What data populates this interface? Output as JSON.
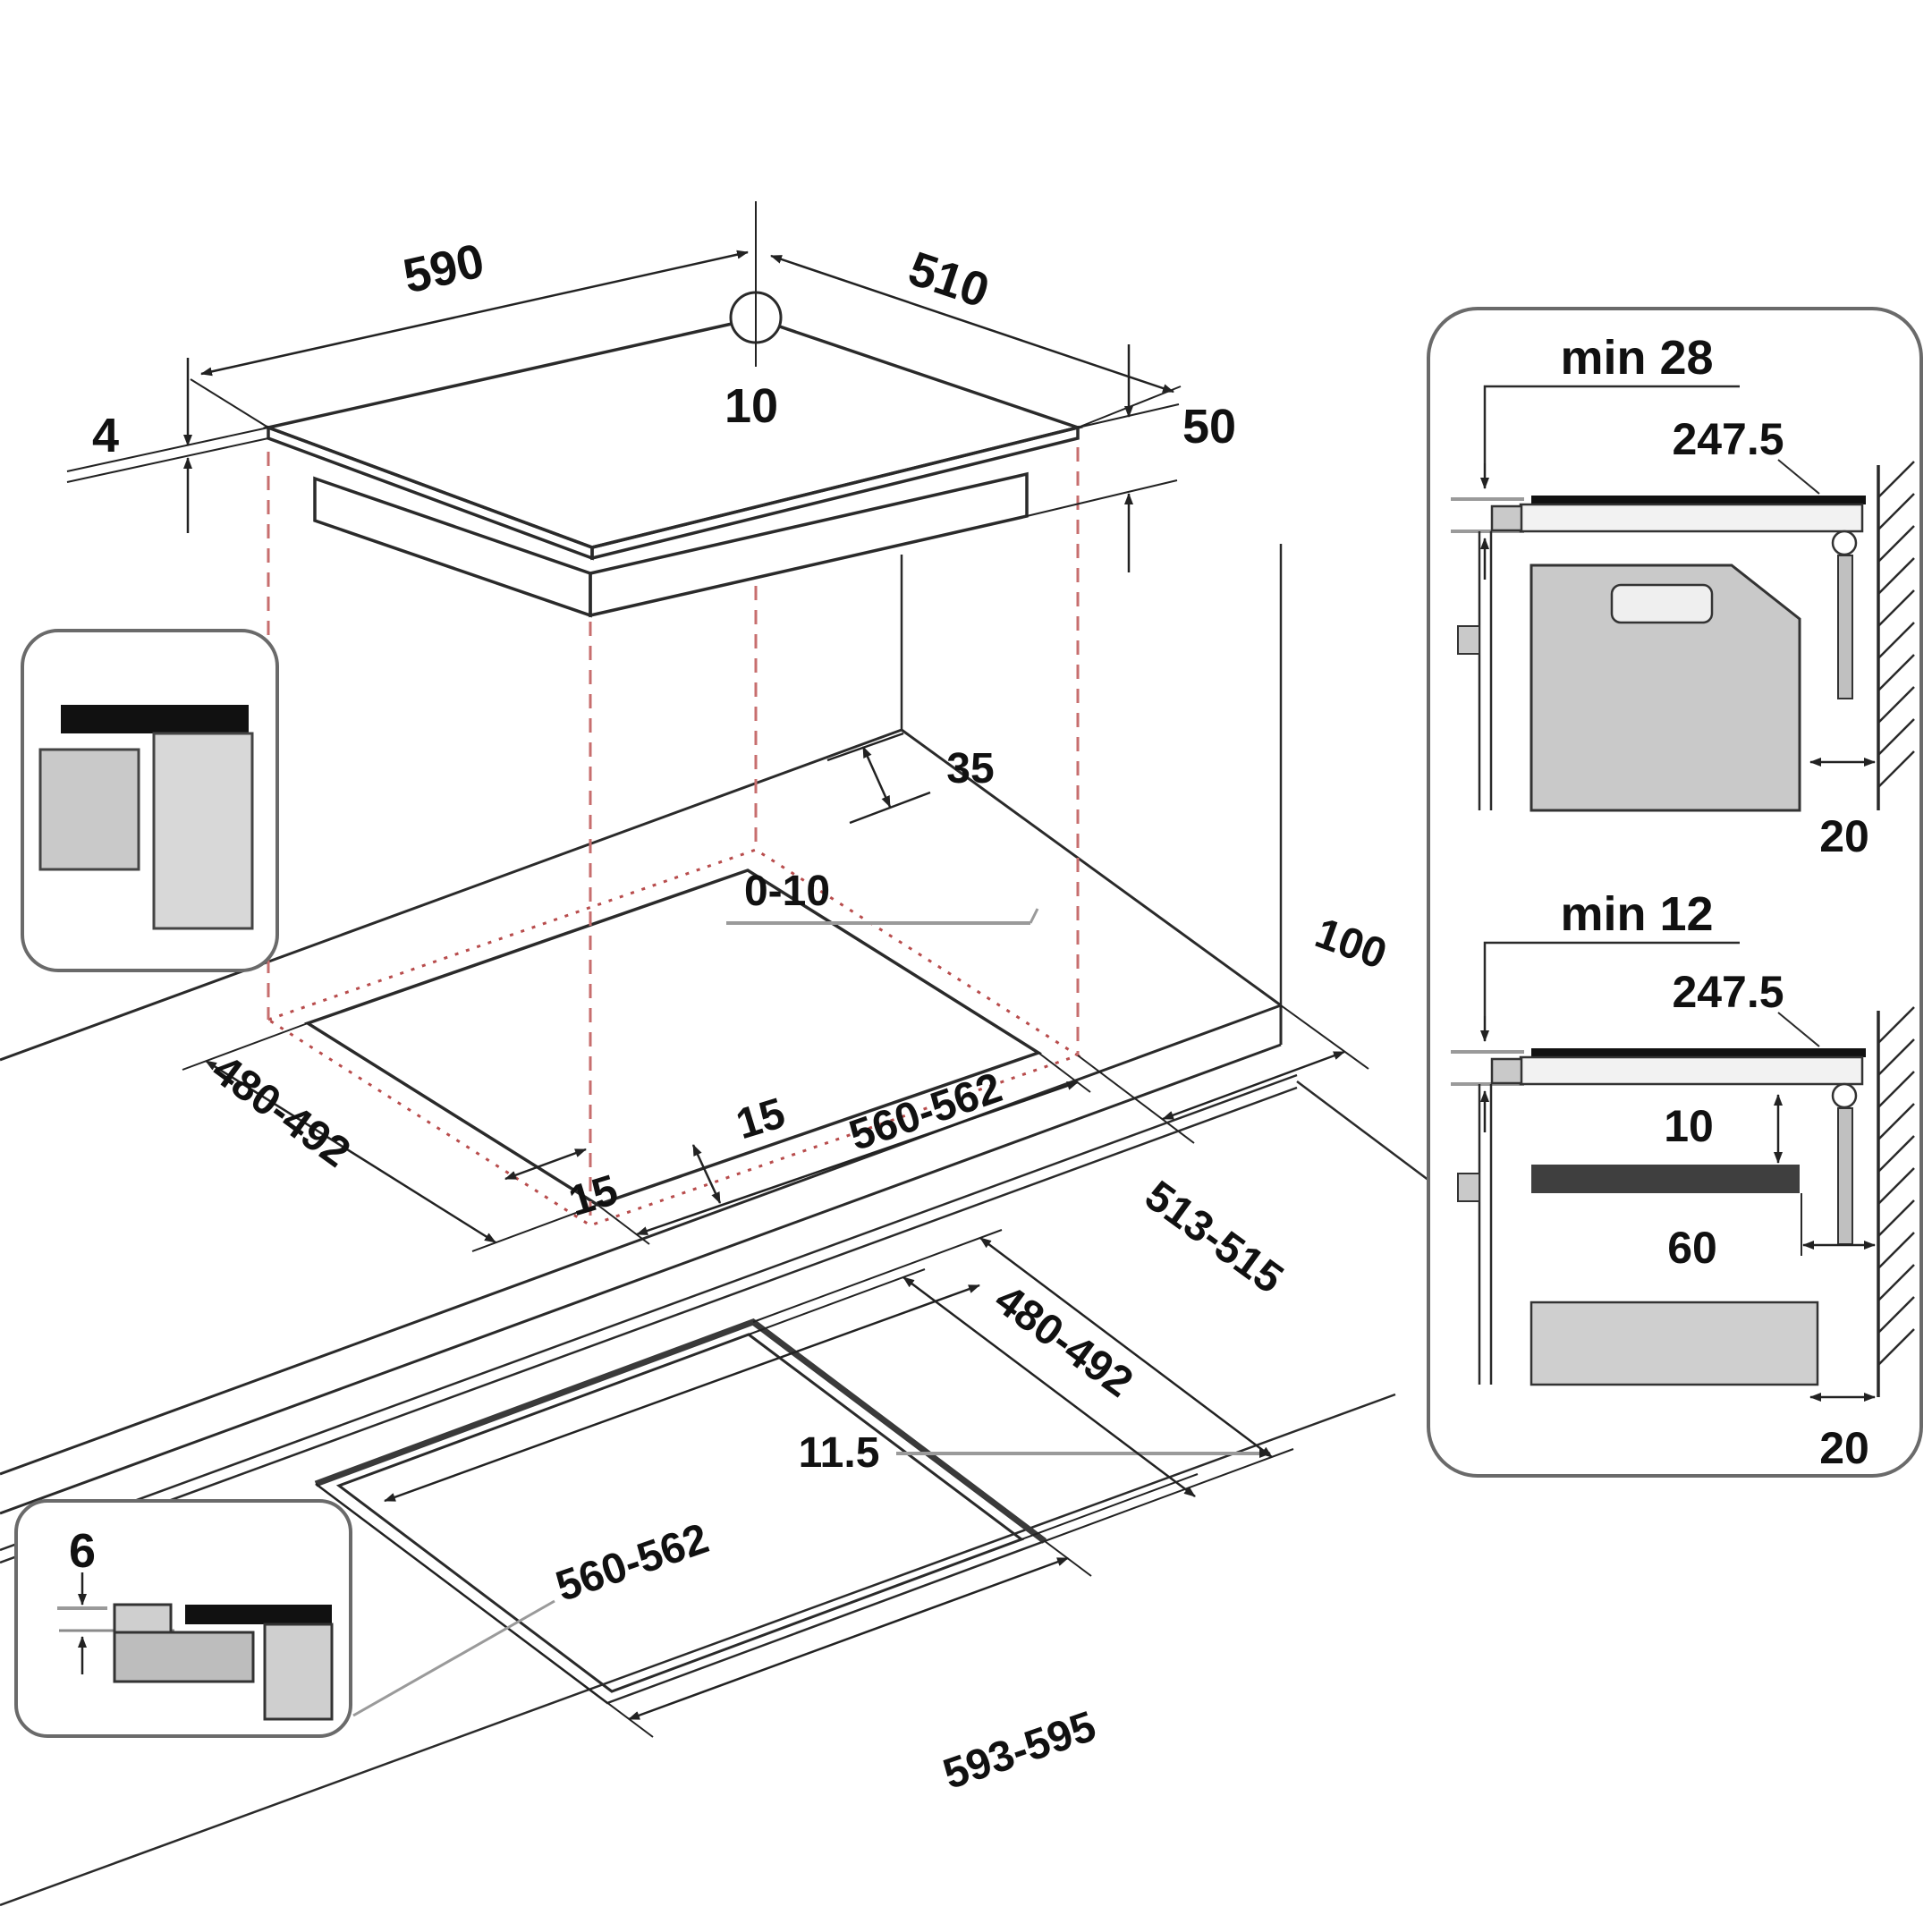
{
  "title": "Hob installation dimensions diagram",
  "colors": {
    "line": "#2a2a2a",
    "dim_line": "#222222",
    "red_projection": "#c76e6e",
    "red_footprint": "#b84c4c",
    "leader_gray": "#9a9a9a",
    "panel_border": "#6a6a6a",
    "fill_light": "#cfcfcf",
    "fill_mid": "#bdbdbd",
    "fill_dark": "#3f3f3f",
    "black": "#111111"
  },
  "top_view": {
    "width_label": "590",
    "depth_label": "510",
    "center_hole_label": "10",
    "glass_edge_label": "4",
    "body_height_label": "50"
  },
  "middle_view": {
    "rear_clearance_label": "35",
    "overhang_label": "0-10",
    "side_clearance_label": "100",
    "cutout_depth_label": "480-492",
    "cutout_width_label": "560-562",
    "edge_gap_left_label": "15",
    "edge_gap_right_label": "15"
  },
  "bottom_view": {
    "outer_depth_label": "513-515",
    "inner_depth_label": "480-492",
    "inner_width_label": "560-562",
    "rim_width_label": "11.5",
    "outer_width_label": "593-595",
    "flush_depth_label": "6"
  },
  "side_view_top": {
    "min_clearance_label": "min 28",
    "center_distance_label": "247.5",
    "wall_gap_label": "20"
  },
  "side_view_bottom": {
    "min_clearance_label": "min 12",
    "center_distance_label": "247.5",
    "shelf_gap_label": "10",
    "shelf_inset_label": "60",
    "wall_gap_label": "20"
  }
}
